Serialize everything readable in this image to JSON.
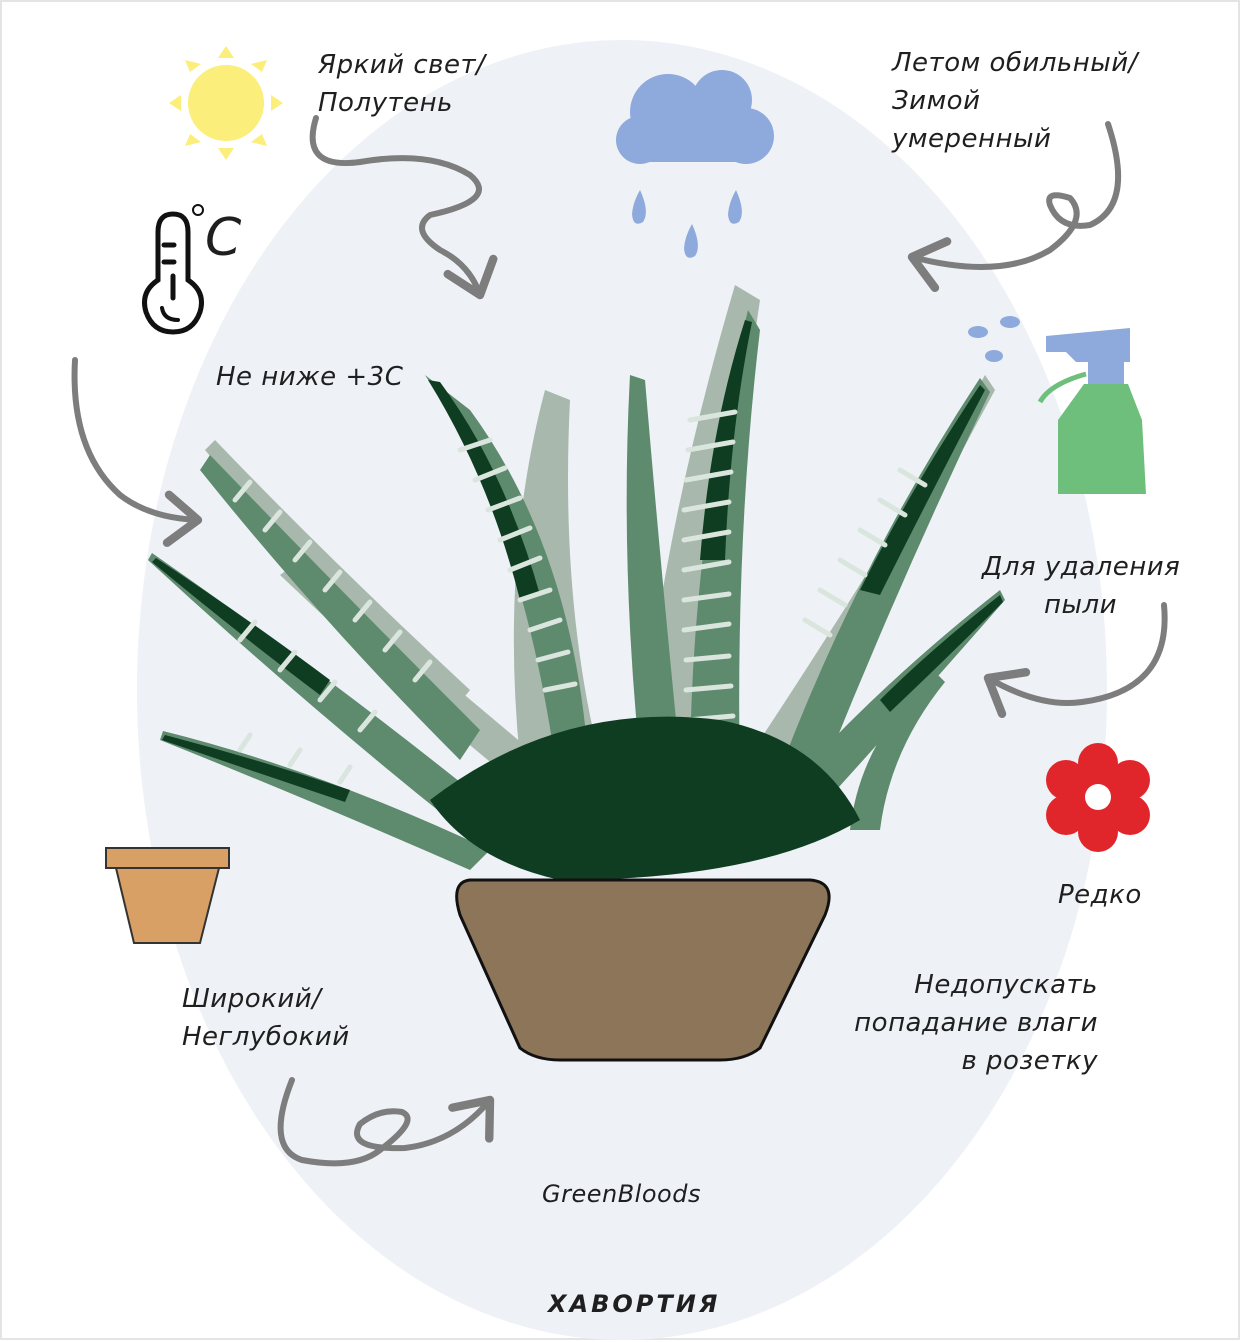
{
  "labels": {
    "light": [
      "Яркий  свет/",
      "Полутень"
    ],
    "watering": [
      "Летом обильный/",
      "Зимой",
      "умеренный"
    ],
    "temperature_unit": "С",
    "temperature_note": "Не ниже +3С",
    "spraying": [
      "Для удаления",
      "пыли"
    ],
    "flowering": "Редко",
    "pot": [
      "Широкий/",
      "Неглубокий"
    ],
    "moisture_warning": [
      "Недопускать",
      "попадание влаги",
      "в розетку"
    ],
    "brand": "GreenBloods",
    "title": "ХАВОРТИЯ"
  },
  "icons": [
    "sun-icon",
    "rain-cloud-icon",
    "thermometer-icon",
    "spray-bottle-icon",
    "flower-icon",
    "small-pot-icon",
    "haworthia-plant",
    "plant-pot"
  ],
  "colors": {
    "background_oval": "#eef1f6",
    "sun": "#fbee7a",
    "cloud": "#8eaadc",
    "spray_bottle": "#6fbf7c",
    "spray_nozzle": "#8eaadc",
    "flower": "#e0262b",
    "small_pot": "#d9a066",
    "plant_pot": "#8c7558",
    "leaf_dark": "#0f3d22",
    "leaf_mid": "#5e8a6e",
    "leaf_light": "#d9e5dd",
    "arrow": "#7d7d7d"
  }
}
